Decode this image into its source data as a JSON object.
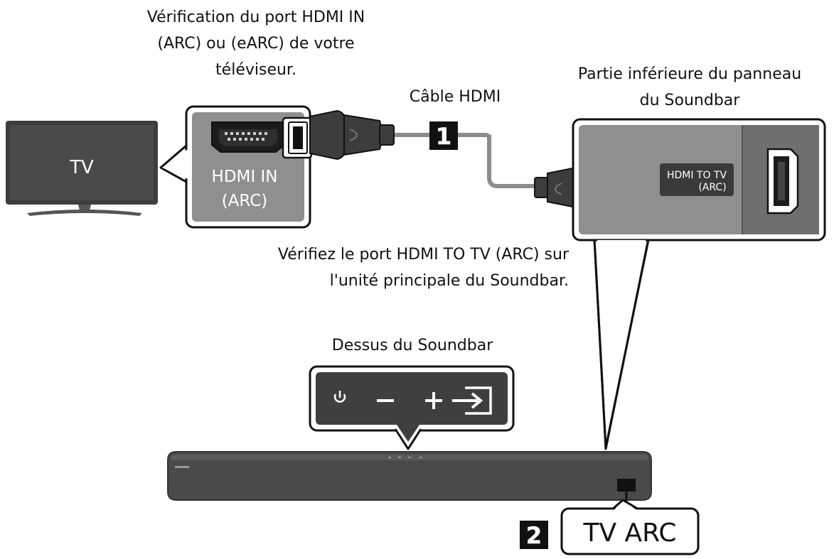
{
  "captions": {
    "tv_port_check": [
      "Vérification du port HDMI IN",
      "(ARC) ou (eARC) de votre",
      "téléviseur."
    ],
    "cable": "Câble HDMI",
    "soundbar_bottom": [
      "Partie inférieure du panneau",
      "du Soundbar"
    ],
    "soundbar_port_check": [
      "Vérifiez le port HDMI TO TV (ARC) sur",
      "l'unité principale du Soundbar."
    ],
    "soundbar_top": "Dessus du Soundbar"
  },
  "tv": {
    "label": "TV"
  },
  "tv_port": {
    "label_line1": "HDMI IN",
    "label_line2": "(ARC)"
  },
  "soundbar_port": {
    "label_line1": "HDMI TO TV",
    "label_line2": "(ARC)"
  },
  "steps": [
    {
      "number": "1"
    },
    {
      "number": "2",
      "label": "TV ARC"
    }
  ],
  "top_buttons": [
    "power-icon",
    "minus-icon",
    "plus-icon",
    "input-source-icon"
  ],
  "colors": {
    "dark": "#3a3a3a",
    "mid": "#8c8c8c",
    "light": "#e8e8e8",
    "badge": "#111111"
  }
}
